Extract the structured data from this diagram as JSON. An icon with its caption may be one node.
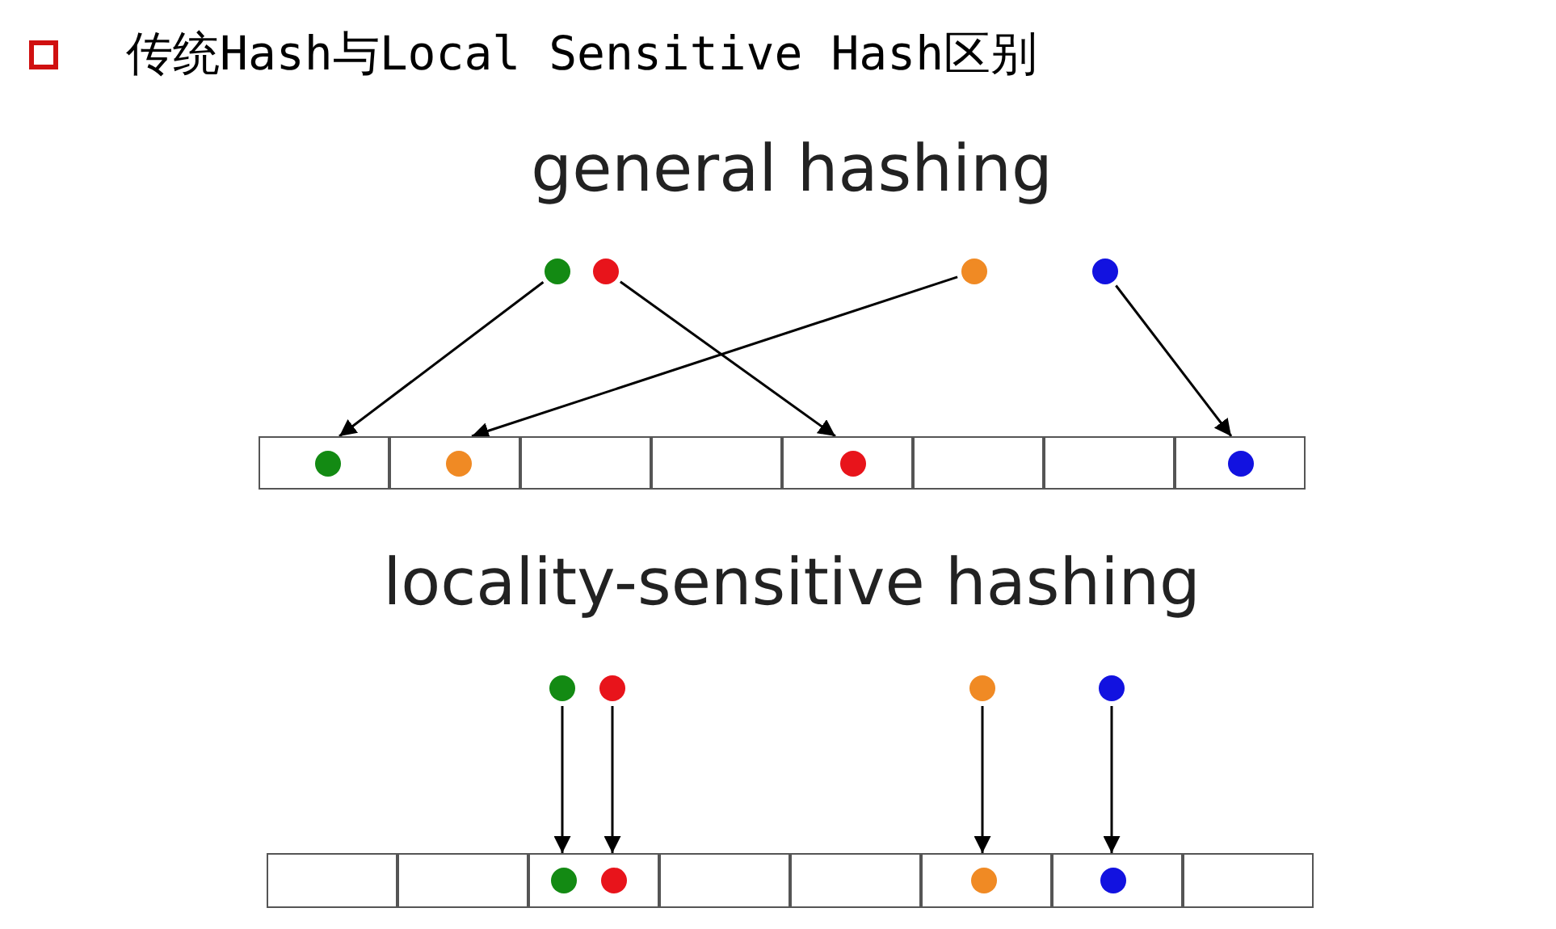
{
  "diagram": {
    "title": "传统Hash与Local Sensitive Hash区别",
    "nodes": [
      {
        "text": [],
        "shape": "circle"
      },
      {
        "text": [],
        "shape": "circle"
      },
      {
        "text": [],
        "shape": "circle"
      },
      {
        "text": [],
        "shape": "circle"
      },
      {
        "text": [],
        "shape": "box"
      },
      {
        "text": [],
        "shape": "circle",
        "in": 4
      },
      {
        "text": [],
        "shape": "box"
      },
      {
        "text": [],
        "shape": "circle",
        "in": 6
      },
      {
        "text": [],
        "shape": "box"
      },
      {
        "text": [],
        "shape": "box"
      },
      {
        "text": [],
        "shape": "box"
      },
      {
        "text": [],
        "shape": "circle",
        "in": 10
      },
      {
        "text": [],
        "shape": "box"
      },
      {
        "text": [],
        "shape": "box"
      },
      {
        "text": [],
        "shape": "box"
      },
      {
        "text": [],
        "shape": "circle",
        "in": 14
      },
      {
        "text": [],
        "shape": "circle"
      },
      {
        "text": [],
        "shape": "circle"
      },
      {
        "text": [],
        "shape": "circle"
      },
      {
        "text": [],
        "shape": "circle"
      },
      {
        "text": [],
        "shape": "box"
      },
      {
        "text": [],
        "shape": "box"
      },
      {
        "text": [],
        "shape": "box"
      },
      {
        "text": [],
        "shape": "circle",
        "in": 22
      },
      {
        "text": [],
        "shape": "circle",
        "in": 22
      },
      {
        "text": [],
        "shape": "box"
      },
      {
        "text": [],
        "shape": "box"
      },
      {
        "text": [],
        "shape": "box"
      },
      {
        "text": [],
        "shape": "circle",
        "in": 27
      },
      {
        "text": [],
        "shape": "box"
      },
      {
        "text": [],
        "shape": "circle",
        "in": 29
      },
      {
        "text": [],
        "shape": "box"
      }
    ],
    "edges": [
      {
        "from": 0,
        "to": 4,
        "arrow": "to"
      },
      {
        "from": 1,
        "to": 10,
        "arrow": "to"
      },
      {
        "from": 2,
        "to": 6,
        "arrow": "to"
      },
      {
        "from": 3,
        "to": 14,
        "arrow": "to"
      },
      {
        "from": 16,
        "to": 22,
        "arrow": "to"
      },
      {
        "from": 17,
        "to": 22,
        "arrow": "to"
      },
      {
        "from": 18,
        "to": 27,
        "arrow": "to"
      },
      {
        "from": 19,
        "to": 29,
        "arrow": "to"
      }
    ],
    "labels": [
      "general hashing",
      "locality-sensitive hashing"
    ]
  }
}
